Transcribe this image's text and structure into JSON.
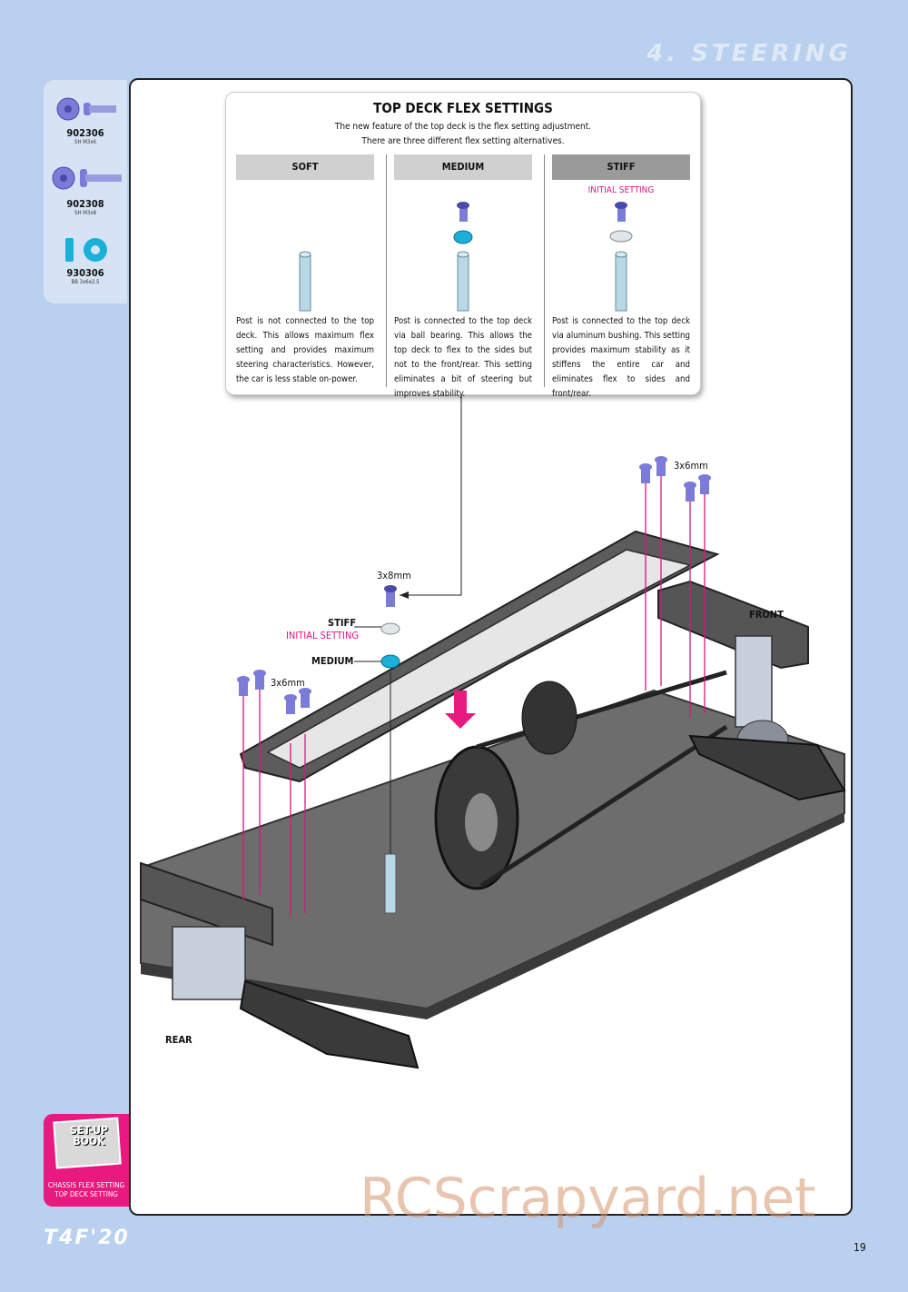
{
  "header": {
    "section_title": "4. STEERING"
  },
  "parts": [
    {
      "code": "902306",
      "spec": "SH M3x6"
    },
    {
      "code": "902308",
      "spec": "SH M3x8"
    },
    {
      "code": "930306",
      "spec": "BB 3x6x2.5"
    }
  ],
  "flex_settings": {
    "title": "TOP DECK FLEX SETTINGS",
    "desc_line1": "The new feature of the top deck is the flex setting adjustment.",
    "desc_line2": "There are three different flex setting alternatives.",
    "columns": [
      {
        "heading": "SOFT",
        "text": "Post is not connected to the top deck. This allows maximum flex setting and provides maximum steering characteristics. However, the car is less stable on-power."
      },
      {
        "heading": "MEDIUM",
        "text": "Post is connected to the top deck via ball bearing. This allows the top deck to flex to the sides but not to the front/rear. This setting eliminates a bit of steering but improves stability."
      },
      {
        "heading": "STIFF",
        "note": "INITIAL SETTING",
        "text": "Post is connected to the top deck via aluminum bushing. This setting provides maximum stability as it stiffens the entire car and eliminates flex to sides and front/rear."
      }
    ]
  },
  "diagram": {
    "screw_top_right": "3x6mm",
    "screw_center": "3x8mm",
    "screw_left": "3x6mm",
    "stiff_label": "STIFF",
    "initial_label": "INITIAL SETTING",
    "medium_label": "MEDIUM",
    "front_label": "FRONT",
    "rear_label": "REAR"
  },
  "setup_book": {
    "title": "SET-UP BOOK",
    "caption_line1": "CHASSIS FLEX SETTING",
    "caption_line2": "TOP DECK SETTING"
  },
  "footer": {
    "logo": "T4F'20",
    "page_number": "19"
  },
  "watermark": "RCScrapyard.net",
  "colors": {
    "background": "#b9d0ee",
    "accent": "#d6167f",
    "hardware": "#6a6ad6"
  }
}
